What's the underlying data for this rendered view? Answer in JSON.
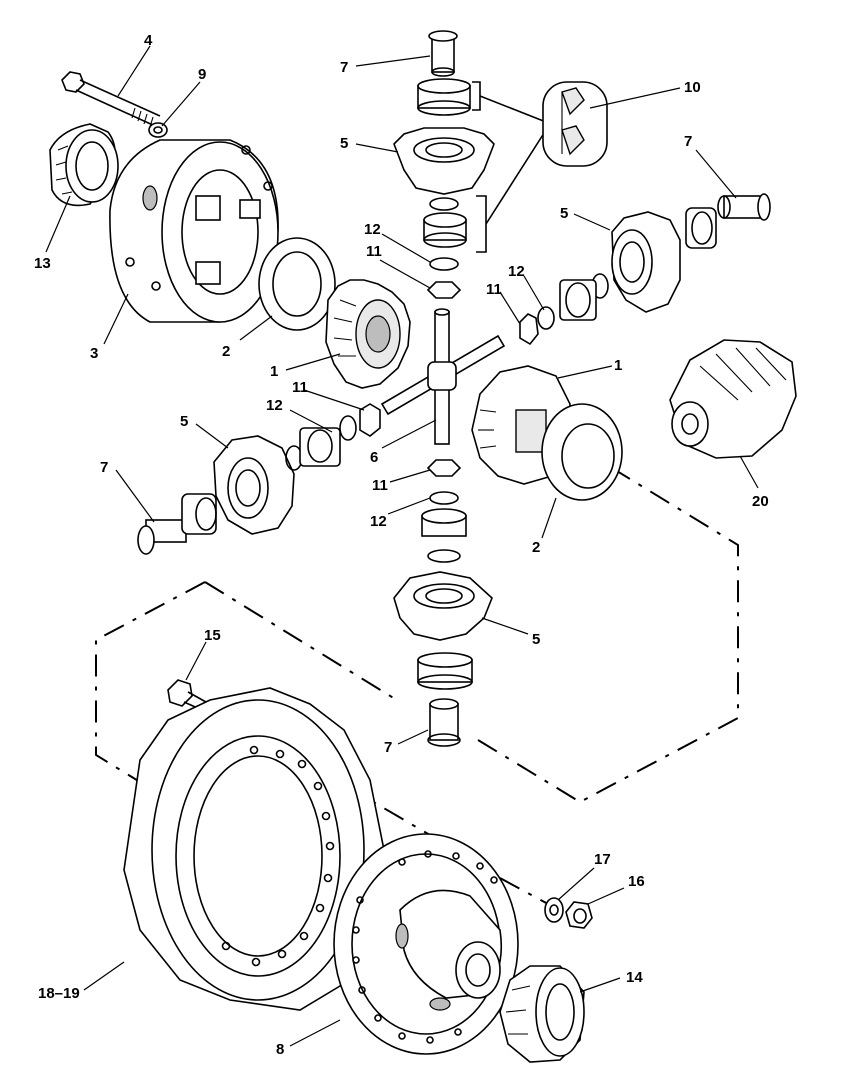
{
  "diagram": {
    "type": "exploded-parts-view",
    "callouts": [
      {
        "id": "c4",
        "label": "4"
      },
      {
        "id": "c9",
        "label": "9"
      },
      {
        "id": "c13",
        "label": "13"
      },
      {
        "id": "c3",
        "label": "3"
      },
      {
        "id": "c2a",
        "label": "2"
      },
      {
        "id": "c1a",
        "label": "1"
      },
      {
        "id": "c7a",
        "label": "7"
      },
      {
        "id": "c5a",
        "label": "5"
      },
      {
        "id": "c10",
        "label": "10"
      },
      {
        "id": "c7b",
        "label": "7"
      },
      {
        "id": "c5b",
        "label": "5"
      },
      {
        "id": "c12a",
        "label": "12"
      },
      {
        "id": "c11a",
        "label": "11"
      },
      {
        "id": "c12b",
        "label": "12"
      },
      {
        "id": "c11b",
        "label": "11"
      },
      {
        "id": "c1b",
        "label": "1"
      },
      {
        "id": "c11c",
        "label": "11"
      },
      {
        "id": "c12c",
        "label": "12"
      },
      {
        "id": "c5c",
        "label": "5"
      },
      {
        "id": "c6",
        "label": "6"
      },
      {
        "id": "c7c",
        "label": "7"
      },
      {
        "id": "c11d",
        "label": "11"
      },
      {
        "id": "c12d",
        "label": "12"
      },
      {
        "id": "c2b",
        "label": "2"
      },
      {
        "id": "c20",
        "label": "20"
      },
      {
        "id": "c5d",
        "label": "5"
      },
      {
        "id": "c15",
        "label": "15"
      },
      {
        "id": "c7d",
        "label": "7"
      },
      {
        "id": "c17",
        "label": "17"
      },
      {
        "id": "c16",
        "label": "16"
      },
      {
        "id": "c14",
        "label": "14"
      },
      {
        "id": "c1819",
        "label": "18–19"
      },
      {
        "id": "c8",
        "label": "8"
      }
    ]
  }
}
